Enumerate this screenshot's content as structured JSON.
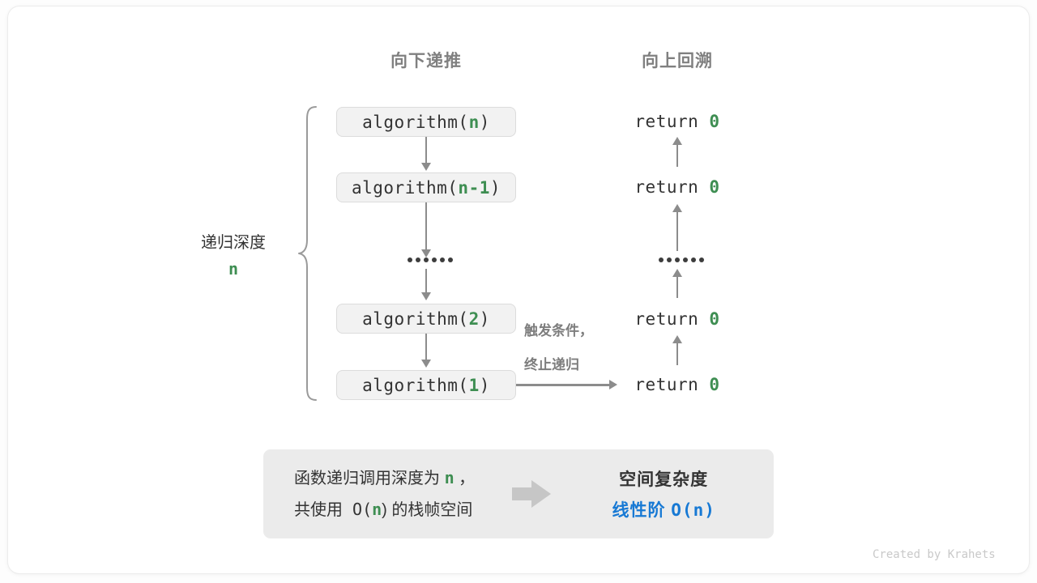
{
  "diagram": {
    "headers": {
      "left": "向下递推",
      "right": "向上回溯"
    },
    "depth_bracket": {
      "label": "递归深度",
      "value": "n"
    },
    "call_stack": [
      {
        "name": "algorithm(",
        "arg": "n",
        "close": ")"
      },
      {
        "name": "algorithm(",
        "arg": "n-1",
        "close": ")"
      },
      {
        "name": "algorithm(",
        "arg": "2",
        "close": ")"
      },
      {
        "name": "algorithm(",
        "arg": "1",
        "close": ")"
      }
    ],
    "ellipsis_left": "••••••",
    "ellipsis_right": "••••••",
    "returns": [
      {
        "keyword": "return",
        "value": "0"
      },
      {
        "keyword": "return",
        "value": "0"
      },
      {
        "keyword": "return",
        "value": "0"
      },
      {
        "keyword": "return",
        "value": "0"
      }
    ],
    "trigger_note": {
      "line1": "触发条件，",
      "line2": "终止递归"
    },
    "summary": {
      "left_line1_a": "函数递归调用深度为 ",
      "left_line1_n": "n",
      "left_line1_b": " ，",
      "left_line2_a": "共使用 O(",
      "left_line2_n": "n",
      "left_line2_b": ") 的栈帧空间",
      "right_title": "空间复杂度",
      "right_value_a": "线性阶 ",
      "right_value_b": "O(n)"
    },
    "credit": "Created by Krahets",
    "colors": {
      "accent_green": "#3e8e52",
      "accent_blue": "#1779d4",
      "arrow_gray": "#8c8c8c",
      "box_fill": "#f2f2f2",
      "box_border": "#dcdcdc",
      "panel_fill": "#ebebeb",
      "header_gray": "#808080",
      "big_arrow_gray": "#c6c6c6"
    }
  }
}
